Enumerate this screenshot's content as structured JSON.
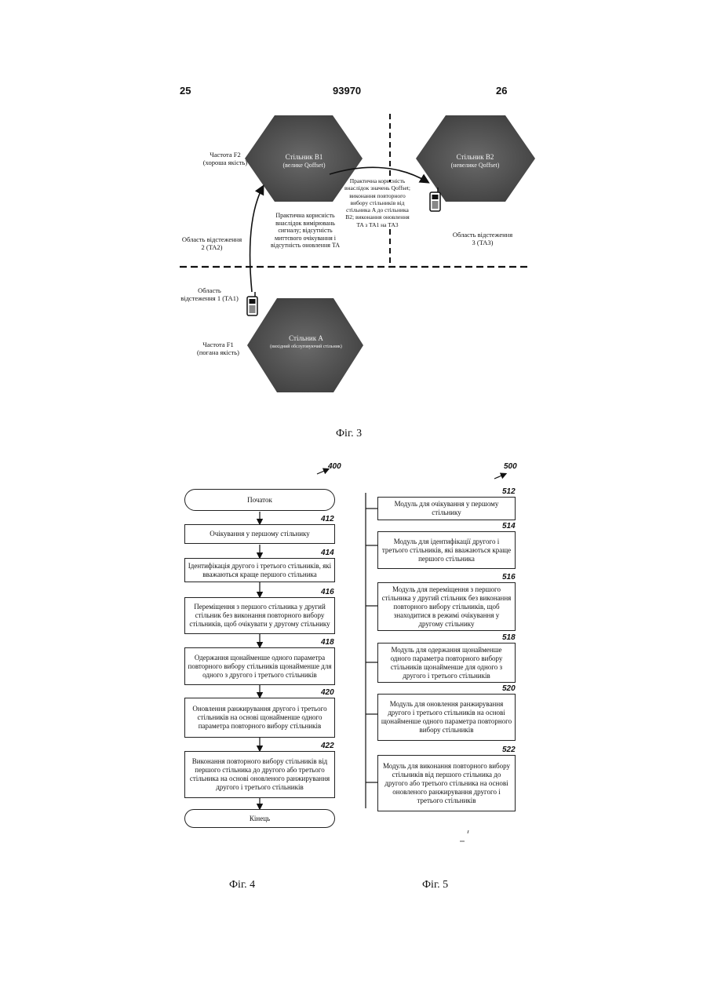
{
  "header": {
    "left_page": "25",
    "patent_number": "93970",
    "right_page": "26"
  },
  "fig3": {
    "caption": "Фіг. 3",
    "freq_f2": "Частота F2\n(хороша якість)",
    "ta2": "Область відстеження\n2 (TA2)",
    "ta1": "Область\nвідстеження 1 (TA1)",
    "freq_f1": "Частота F1\n(погана якість)",
    "ta3": "Область відстеження\n3 (TA3)",
    "cell_b1_name": "Стільник B1",
    "cell_b1_sub": "(велике Qoffset)",
    "cell_b2_name": "Стільник B2",
    "cell_b2_sub": "(невелике Qoffset)",
    "cell_a_name": "Стільник A",
    "cell_a_sub": "(вихідний обслуговуючий стільник)",
    "note_vertical": "Практична корисність\nвнаслідок вимірювань\nсигналу; відсутність\nмиттєвого очікування і\nвідсутність оновлення TA",
    "note_horizontal": "Практична корисність\nвнаслідок значень Qoffset;\nвиконання повторного\nвибору стільників від\nстільника A до стільника\nB2; виконання оновлення\nTA з TA1 на TA3"
  },
  "fig4": {
    "caption": "Фіг. 4",
    "ref": "400",
    "start": "Початок",
    "end": "Кінець",
    "steps": [
      {
        "ref": "412",
        "text": "Очікування у першому стільнику"
      },
      {
        "ref": "414",
        "text": "Ідентифікація другого і третього стільників, які вважаються краще першого стільника"
      },
      {
        "ref": "416",
        "text": "Переміщення з першого стільника у другий стільник без виконання повторного вибору стільників, щоб очікувати у другому стільнику"
      },
      {
        "ref": "418",
        "text": "Одержання щонайменше одного параметра повторного вибору стільників щонайменше для одного з другого і третього стільників"
      },
      {
        "ref": "420",
        "text": "Оновлення ранжирування другого і третього стільників на основі щонайменше одного параметра повторного вибору стільників"
      },
      {
        "ref": "422",
        "text": "Виконання повторного вибору стільників від першого стільника до другого або третього стільника на основі оновленого ранжирування другого і третього стільників"
      }
    ]
  },
  "fig5": {
    "caption": "Фіг. 5",
    "ref": "500",
    "modules": [
      {
        "ref": "512",
        "text": "Модуль для очікування у першому стільнику"
      },
      {
        "ref": "514",
        "text": "Модуль для ідентифікації другого і третього стільників, які вважаються краще першого стільника"
      },
      {
        "ref": "516",
        "text": "Модуль для переміщення з першого стільника у другий стільник без виконання повторного вибору стільників, щоб знаходитися в режимі очікування у другому стільнику"
      },
      {
        "ref": "518",
        "text": "Модуль для одержання щонайменше одного параметра повторного вибору стільників щонайменше для одного з другого і третього стільників"
      },
      {
        "ref": "520",
        "text": "Модуль для оновлення ранжирування другого і третього стільників на основі щонайменше одного параметра повторного вибору стільників"
      },
      {
        "ref": "522",
        "text": "Модуль для виконання повторного вибору стільників від першого стільника до другого або третього стільника на основі оновленого ранжирування другого і третього стільників"
      }
    ]
  }
}
